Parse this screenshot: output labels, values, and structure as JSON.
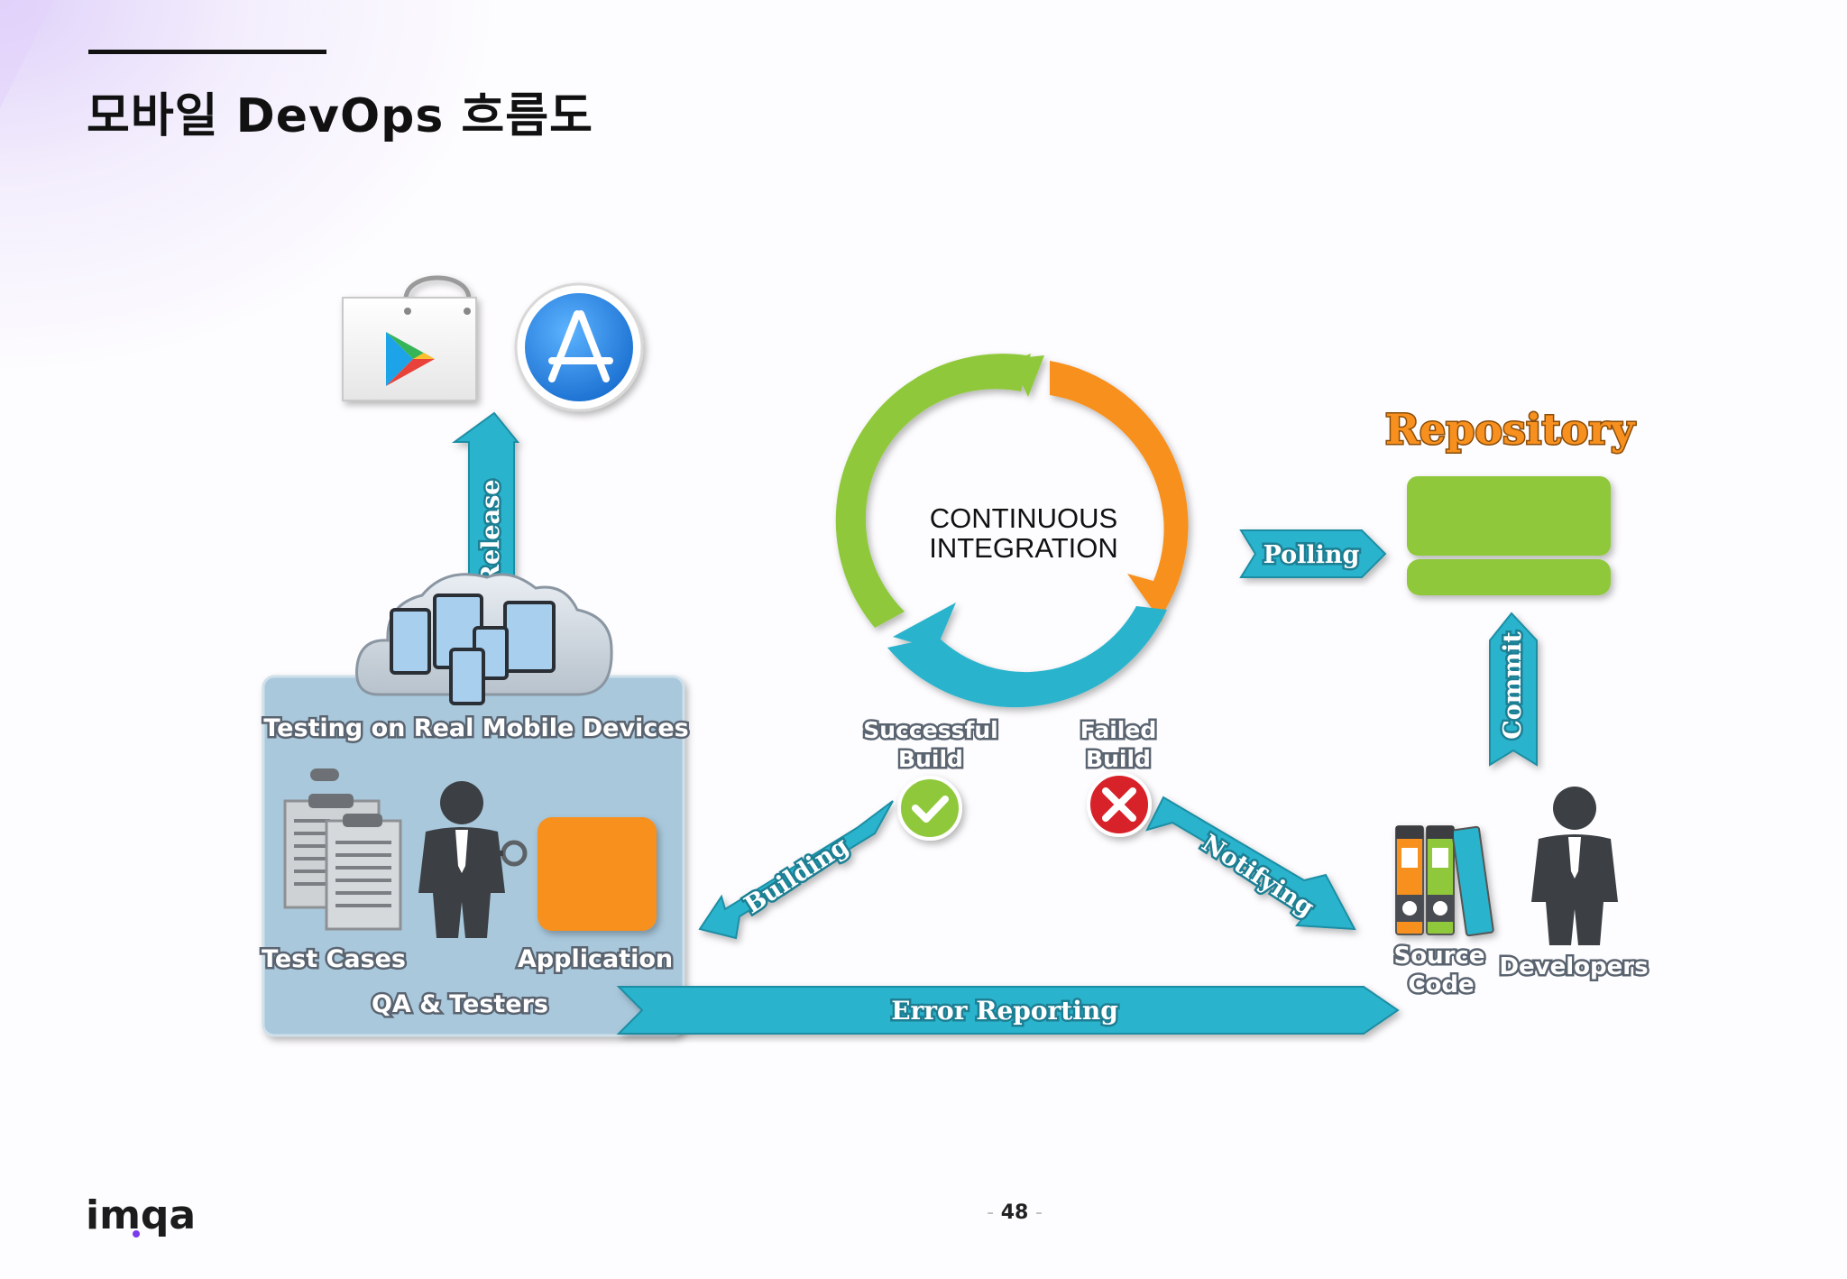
{
  "slide": {
    "title": "모바일 DevOps 흐름도",
    "page_number": "48",
    "logo_text": "imqa"
  },
  "diagram": {
    "ci_center": {
      "line1": "CONTINUOUS",
      "line2": "INTEGRATION"
    },
    "arrows": {
      "release": "Release",
      "polling": "Polling",
      "commit": "Commit",
      "building": "Building",
      "notifying": "Notifying",
      "error_reporting": "Error Reporting"
    },
    "repository": "Repository",
    "build_results": {
      "success_line1": "Successful",
      "success_line2": "Build",
      "failed_line1": "Failed",
      "failed_line2": "Build"
    },
    "qa_panel": {
      "heading": "Testing on Real Mobile Devices",
      "test_cases": "Test Cases",
      "application": "Application",
      "footer": "QA & Testers"
    },
    "dev_side": {
      "source_line1": "Source",
      "source_line2": "Code",
      "developers": "Developers"
    },
    "colors": {
      "cyan": "#2bb3cc",
      "green": "#8fc93a",
      "orange": "#f7901e",
      "red": "#d8202a",
      "panel": "#a9c8dc",
      "app_blue": "#2d8ee6"
    },
    "icons": [
      "google-play-icon",
      "app-store-icon",
      "cloud-devices-icon",
      "clipboard-icon",
      "tester-person-icon",
      "magnifier-icon",
      "binders-icon",
      "developer-person-icon",
      "check-icon",
      "cross-icon"
    ]
  }
}
